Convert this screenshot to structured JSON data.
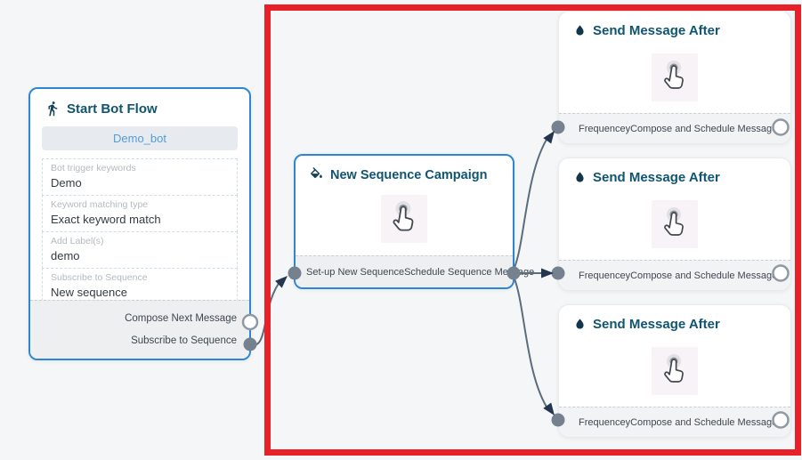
{
  "colors": {
    "node_border_blue": "#2d86d4",
    "title_text": "#105570",
    "annotation_red": "#e82128",
    "edge_gray": "#5c6c7c",
    "port_fill_gray": "#76818f",
    "bot_button_text": "#549bd8",
    "canvas_bg": "#f5f6f7"
  },
  "flow": {
    "start": {
      "title": "Start Bot Flow",
      "bot_button": "Demo_bot",
      "fields": [
        {
          "label": "Bot trigger keywords",
          "value": "Demo"
        },
        {
          "label": "Keyword matching type",
          "value": "Exact keyword match"
        },
        {
          "label": "Add Label(s)",
          "value": "demo"
        },
        {
          "label": "Subscribe to Sequence",
          "value": "New sequence"
        }
      ],
      "outputs": {
        "compose": "Compose Next Message",
        "subscribe": "Subscribe to Sequence"
      }
    },
    "campaign": {
      "title": "New Sequence Campaign",
      "port_left": "Set-up New Sequence",
      "port_right": "Schedule Sequence Message"
    },
    "send_after": [
      {
        "title": "Send Message After",
        "input": "Frequencey",
        "output": "Compose and Schedule Message"
      },
      {
        "title": "Send Message After",
        "input": "Frequencey",
        "output": "Compose and Schedule Message"
      },
      {
        "title": "Send Message After",
        "input": "Frequencey",
        "output": "Compose and Schedule Message"
      }
    ]
  }
}
